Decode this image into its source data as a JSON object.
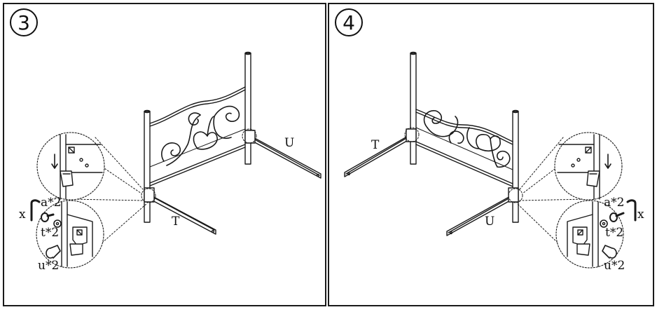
{
  "panels": [
    {
      "step": "3",
      "part_labels": {
        "rail_front": "T",
        "rail_back": "U"
      },
      "hardware": {
        "tool": "x",
        "bolt": "a*2",
        "washer": "t*2",
        "nut": "u*2"
      }
    },
    {
      "step": "4",
      "part_labels": {
        "rail_front": "U",
        "rail_back": "T"
      },
      "hardware": {
        "tool": "x",
        "bolt": "a*2",
        "washer": "t*2",
        "nut": "u*2"
      }
    }
  ],
  "colors": {
    "line": "#1a1a1a",
    "paper": "#ffffff"
  }
}
